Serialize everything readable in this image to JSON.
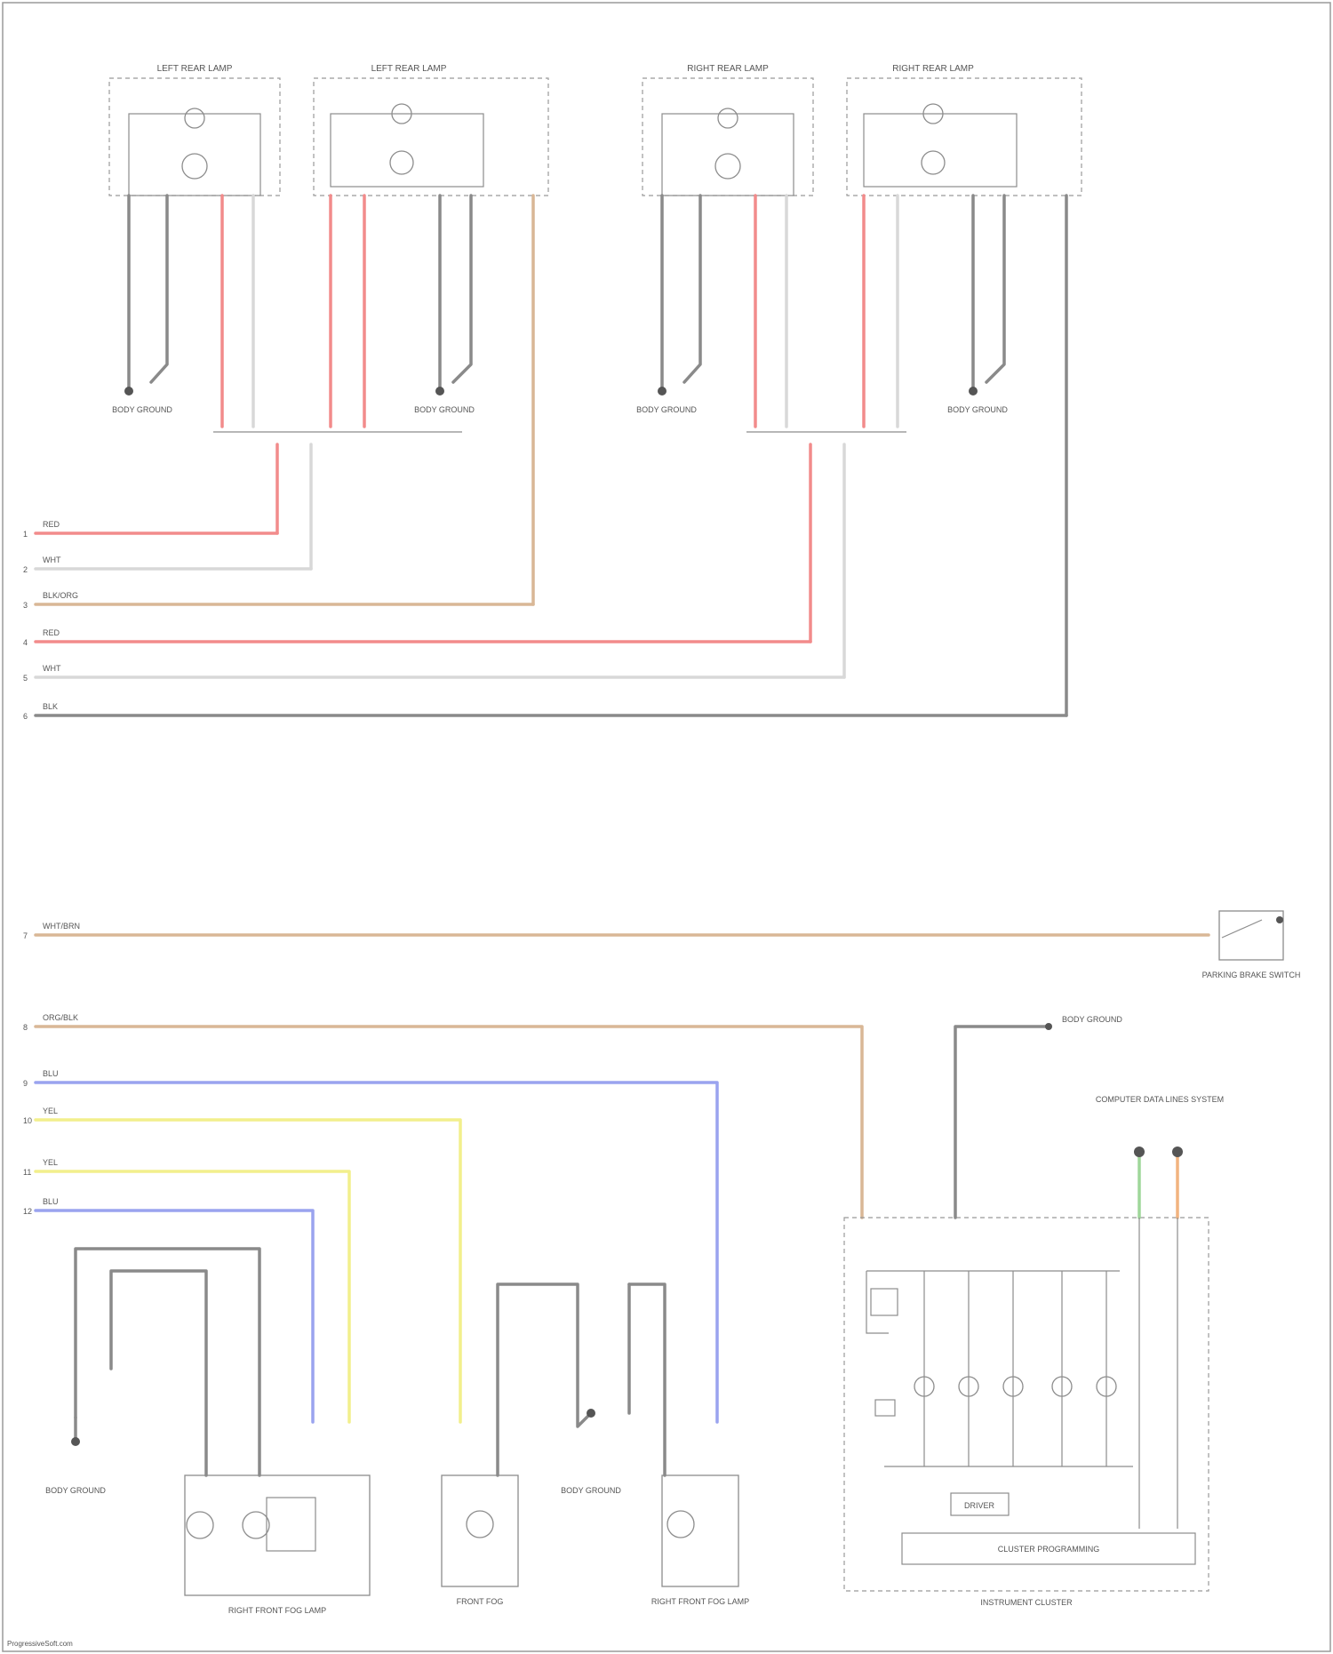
{
  "diagram": {
    "colors": {
      "red": "#f28b8b",
      "gray": "#8a8a8a",
      "white": "#d8d8d8",
      "tan": "#d9b796",
      "blue": "#9aa3ef",
      "yellow": "#f2ef8c",
      "green": "#9fd79a",
      "orange": "#f2b37f"
    },
    "rear_lamps": [
      {
        "title": "LEFT REAR LAMP"
      },
      {
        "title": "LEFT REAR LAMP"
      },
      {
        "title": "RIGHT REAR LAMP"
      },
      {
        "title": "RIGHT REAR LAMP"
      }
    ],
    "top_wire_labels": [
      "RED",
      "WHT",
      "BLK/ORG",
      "RED",
      "WHT",
      "BLK"
    ],
    "top_pin_numbers": [
      "1",
      "2",
      "3",
      "4",
      "5",
      "6"
    ],
    "bottom_wire_labels": [
      "WHT/BRN",
      "ORG/BLK",
      "BLU",
      "YEL",
      "YEL",
      "BLU"
    ],
    "bottom_pin_numbers": [
      "7",
      "8",
      "9",
      "10",
      "11",
      "12"
    ],
    "parking_brake_switch": {
      "label": "PARKING BRAKE SWITCH"
    },
    "ground_labels": [
      "BODY GROUND",
      "BODY GROUND",
      "BODY GROUND",
      "BODY GROUND",
      "BODY GROUND",
      "BODY GROUND"
    ],
    "components": {
      "front_fog_lamp_left": "RIGHT FRONT FOG LAMP",
      "front_fog": "FRONT FOG",
      "front_fog_lamp_right": "RIGHT FRONT FOG LAMP",
      "instrument_cluster": "INSTRUMENT CLUSTER",
      "cluster_sub": "CLUSTER PROGRAMMING",
      "driver": "DRIVER",
      "computer_data_lines": "COMPUTER DATA LINES SYSTEM"
    },
    "footer": "ProgressiveSoft.com"
  }
}
